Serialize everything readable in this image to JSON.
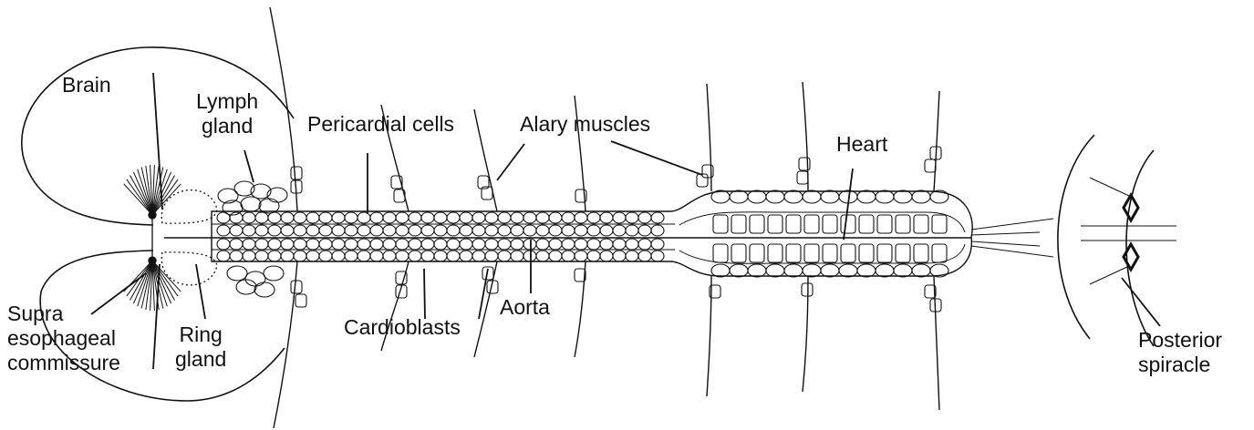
{
  "labels": {
    "brain": "Brain",
    "lymph_gland": [
      "Lymph",
      "gland"
    ],
    "pericardial_cells": "Pericardial cells",
    "alary_muscles": "Alary muscles",
    "heart": "Heart",
    "supra_esophageal_commissure": [
      "Supra",
      "esophageal",
      "commissure"
    ],
    "ring_gland": [
      "Ring",
      "gland"
    ],
    "cardioblasts": "Cardioblasts",
    "aorta": "Aorta",
    "posterior_spiracle": [
      "Posterior",
      "spiracle"
    ]
  },
  "colors": {
    "ink": "#111111",
    "background": "#ffffff"
  }
}
